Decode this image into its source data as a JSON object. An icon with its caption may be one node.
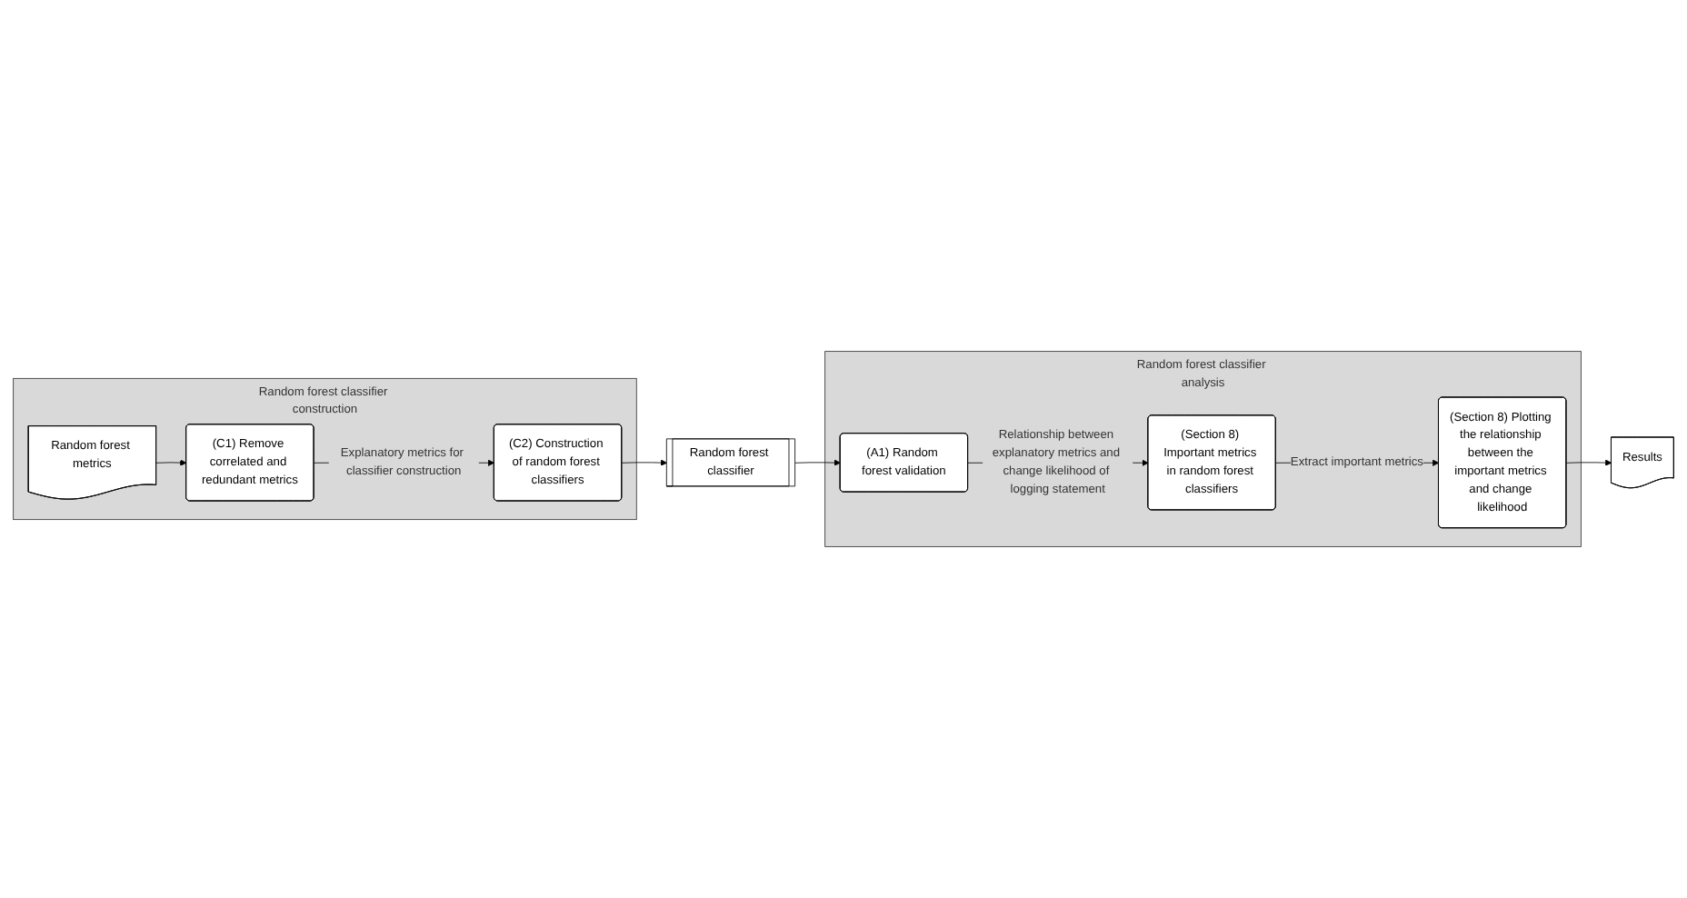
{
  "diagram": {
    "nodes": [
      {
        "text": [
          "Random forest classifier construction"
        ]
      },
      {
        "text": [
          "Random forest metrics"
        ],
        "in": 0
      },
      {
        "text": [
          "(C1) Remove correlated and redundant metrics"
        ],
        "in": 0
      },
      {
        "text": [
          "(C2) Construction of random forest classifiers"
        ],
        "in": 0
      },
      {
        "text": [
          "Random forest classifier"
        ]
      },
      {
        "text": [
          "Random forest classifier analysis"
        ]
      },
      {
        "text": [
          "(A1) Random forest validation"
        ],
        "in": 5
      },
      {
        "text": [
          "(Section 8) Important metrics in random forest classifiers"
        ],
        "in": 5
      },
      {
        "text": [
          "(Section 8) Plotting the relationship between the important metrics and change likelihood"
        ],
        "in": 5
      },
      {
        "text": [
          "Results"
        ]
      }
    ],
    "edges": [
      {
        "from": 1,
        "to": 2,
        "arrow": "to"
      },
      {
        "from": 2,
        "to": 3,
        "arrow": "to",
        "label": "Explanatory metrics for classifier construction"
      },
      {
        "from": 3,
        "to": 4,
        "arrow": "to"
      },
      {
        "from": 4,
        "to": 6,
        "arrow": "to"
      },
      {
        "from": 6,
        "to": 7,
        "arrow": "to",
        "label": "Relationship between explanatory metrics and change likelihood of logging statement"
      },
      {
        "from": 7,
        "to": 8,
        "arrow": "to",
        "label": "Extract important metrics"
      },
      {
        "from": 8,
        "to": 9,
        "arrow": "to"
      }
    ]
  }
}
